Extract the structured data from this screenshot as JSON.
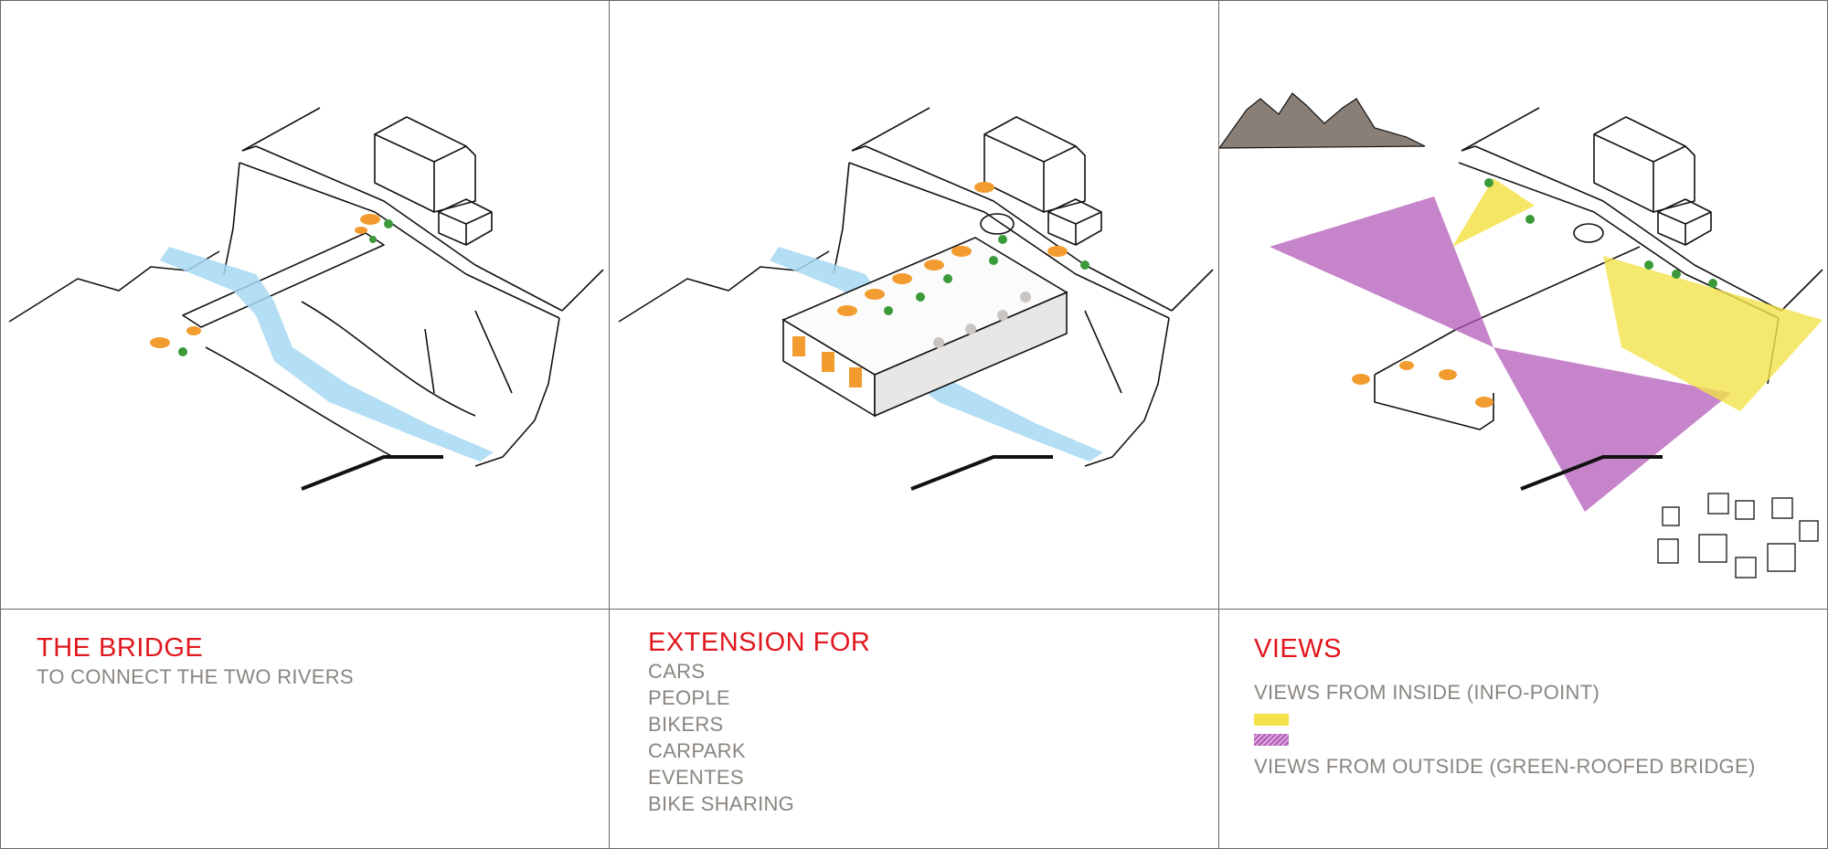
{
  "colors": {
    "title_red": "#e1171e",
    "caption_gray": "#8a8580",
    "water_blue": "#a6d8f2",
    "view_inside_yellow": "#f3e24a",
    "view_outside_purple": "#b35bb8",
    "car_orange": "#f29c2f",
    "person_green": "#3a9a3a"
  },
  "panel1": {
    "title": "THE BRIDGE",
    "subtitle": "TO CONNECT THE TWO RIVERS"
  },
  "panel2": {
    "title": "EXTENSION FOR",
    "items": [
      "CARS",
      "PEOPLE",
      "BIKERS",
      "CARPARK",
      "EVENTES",
      "BIKE SHARING"
    ]
  },
  "panel3": {
    "title": "VIEWS",
    "legend_inside": "VIEWS FROM INSIDE (INFO-POINT)",
    "legend_outside": "VIEWS FROM OUTSIDE (GREEN-ROOFED BRIDGE)"
  }
}
